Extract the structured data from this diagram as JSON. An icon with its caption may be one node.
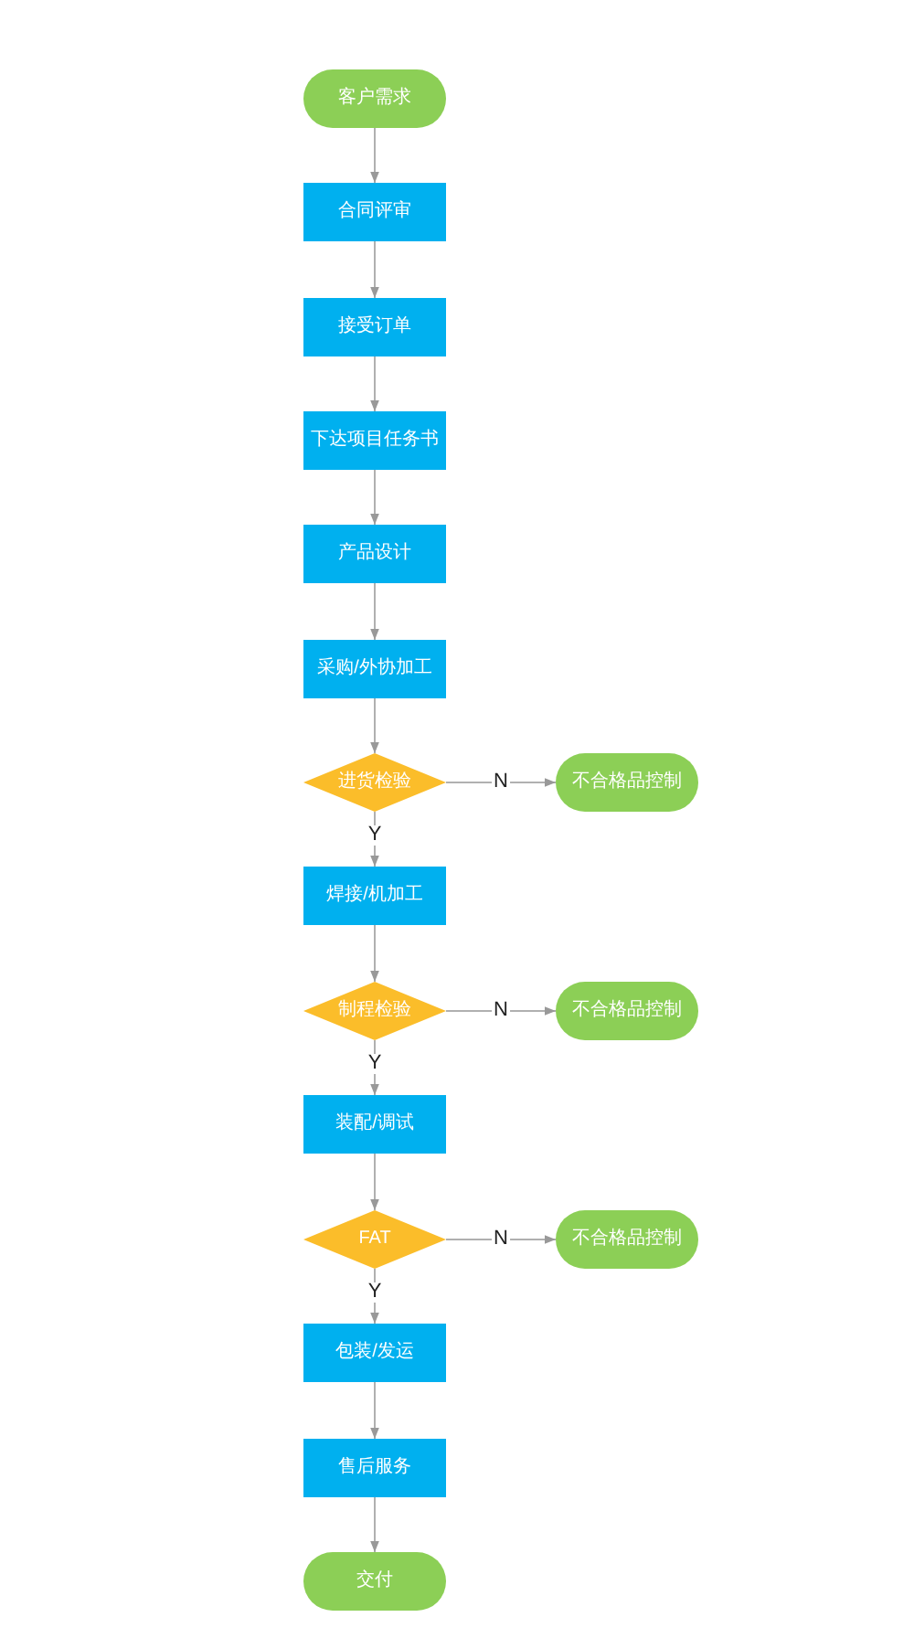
{
  "diagram": {
    "nodes": [
      {
        "text": [
          "客户需求"
        ]
      },
      {
        "text": [
          "合同评审"
        ]
      },
      {
        "text": [
          "接受订单"
        ]
      },
      {
        "text": [
          "下达项目任务书"
        ]
      },
      {
        "text": [
          "产品设计"
        ]
      },
      {
        "text": [
          "采购/外协加工"
        ]
      },
      {
        "text": [
          "进货检验"
        ]
      },
      {
        "text": [
          "不合格品控制"
        ]
      },
      {
        "text": [
          "焊接/机加工"
        ]
      },
      {
        "text": [
          "制程检验"
        ]
      },
      {
        "text": [
          "不合格品控制"
        ]
      },
      {
        "text": [
          "装配/调试"
        ]
      },
      {
        "text": [
          "FAT"
        ]
      },
      {
        "text": [
          "不合格品控制"
        ]
      },
      {
        "text": [
          "包装/发运"
        ]
      },
      {
        "text": [
          "售后服务"
        ]
      },
      {
        "text": [
          "交付"
        ]
      }
    ],
    "edges": [
      {
        "from": 0,
        "to": 1,
        "arrow": "to"
      },
      {
        "from": 1,
        "to": 2,
        "arrow": "to"
      },
      {
        "from": 2,
        "to": 3,
        "arrow": "to"
      },
      {
        "from": 3,
        "to": 4,
        "arrow": "to"
      },
      {
        "from": 4,
        "to": 5,
        "arrow": "to"
      },
      {
        "from": 5,
        "to": 6,
        "arrow": "to"
      },
      {
        "from": 6,
        "to": 7,
        "arrow": "to",
        "label": "N"
      },
      {
        "from": 6,
        "to": 8,
        "arrow": "to",
        "label": "Y"
      },
      {
        "from": 8,
        "to": 9,
        "arrow": "to"
      },
      {
        "from": 9,
        "to": 10,
        "arrow": "to",
        "label": "N"
      },
      {
        "from": 9,
        "to": 11,
        "arrow": "to",
        "label": "Y"
      },
      {
        "from": 11,
        "to": 12,
        "arrow": "to"
      },
      {
        "from": 12,
        "to": 13,
        "arrow": "to",
        "label": "N"
      },
      {
        "from": 12,
        "to": 14,
        "arrow": "to",
        "label": "Y"
      },
      {
        "from": 14,
        "to": 15,
        "arrow": "to"
      },
      {
        "from": 15,
        "to": 16,
        "arrow": "to"
      }
    ]
  }
}
